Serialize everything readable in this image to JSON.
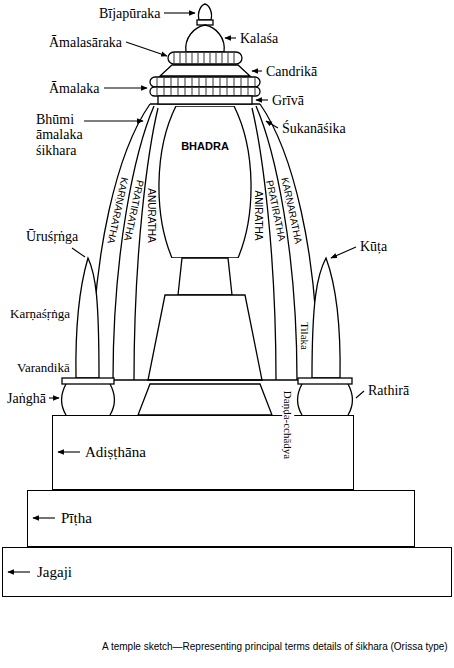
{
  "diagram": {
    "caption": "A temple sketch—Representing principal terms details of śikhara (Orissa type)",
    "nodes": [
      {
        "text": [
          "BHADRA"
        ]
      },
      {
        "text": [
          "Adiṣṭhāna"
        ]
      },
      {
        "text": [
          "Pīṭha"
        ]
      },
      {
        "text": [
          "Jagaji"
        ]
      }
    ],
    "labels": [
      "Bījapūraka",
      "Kalaśa",
      "Āmalasāraka",
      "Candrikā",
      "Āmalaka",
      "Grīvā",
      "Bhūmi āmalaka śikhara",
      "Śukanāśika",
      "KARṆARATHA",
      "PRATIRATHA",
      "ANURATHA",
      "ANIRATHA",
      "PRATIRATHA",
      "KARṆARATHA",
      "Ūruśṛṅga",
      "Kūṭa",
      "Karṇaśṛṅga",
      "Tilaka",
      "Varandikā",
      "Jaṅghā",
      "Daṇḍa-cchādya",
      "Rathirā"
    ]
  }
}
